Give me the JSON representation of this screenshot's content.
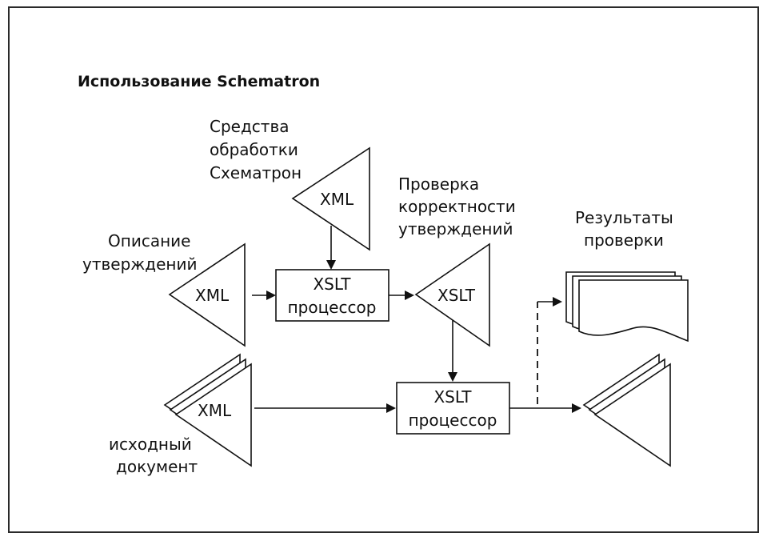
{
  "title": "Использование Schematron",
  "labels": {
    "tools": [
      "Средства",
      "обработки",
      "Схематрон"
    ],
    "description": [
      "Описание",
      "утверждений"
    ],
    "validation": [
      "Проверка",
      "корректности",
      "утверждений"
    ],
    "results": [
      "Результаты",
      "проверки"
    ],
    "source": [
      "исходный",
      "документ"
    ]
  },
  "nodes": {
    "xml_tools": "XML",
    "xml_description": "XML",
    "xml_source": "XML",
    "xslt_generated": "XSLT",
    "processor1": [
      "XSLT",
      "процессор"
    ],
    "processor2": [
      "XSLT",
      "процессор"
    ]
  }
}
